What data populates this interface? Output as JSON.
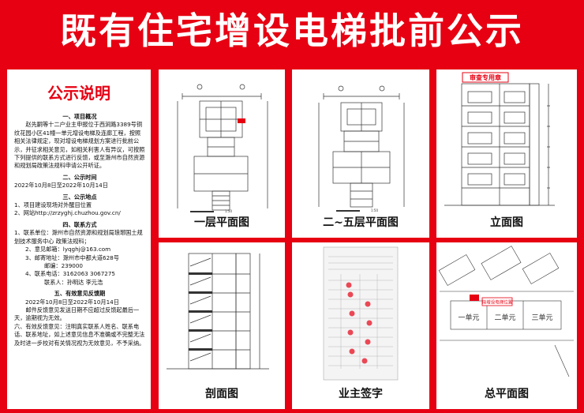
{
  "title": "既有住宅增设电梯批前公示",
  "notice": {
    "heading": "公示说明",
    "lines": [
      {
        "t": "一、项目概况",
        "k": "sec"
      },
      {
        "t": "赵先嗣等十二户业主申报位于西涧路3389号铜纹花园小区41幢一单元增设电梯及连廊工程，按照相关法律规定，现对增设电梯规划方案进行批前公示，并征求相关意见，如相关利害人有异议，可按照下列提供的联系方式进行反馈，或至滁州市自然资源和规划局政策法规科申请公开听证。",
        "k": "para"
      },
      {
        "t": "二、公示时间",
        "k": "sec"
      },
      {
        "t": "2022年10月8日至2022年10月14日",
        "k": "line"
      },
      {
        "t": "三、公示地点",
        "k": "sec"
      },
      {
        "t": "1、项目建设现场对外醒目位置",
        "k": "line"
      },
      {
        "t": "2、网站http://zrzyghj.chuzhou.gov.cn/",
        "k": "line"
      },
      {
        "t": "四、联系方式",
        "k": "sec"
      },
      {
        "t": "1、联系单位：滁州市自然资源和规划局琅琊国土规划技术服务中心  政策法规科；",
        "k": "wrap"
      },
      {
        "t": "2、意见邮箱：lyqghj@163.com",
        "k": "ind"
      },
      {
        "t": "3、邮寄地址：滁州市中都大道628号",
        "k": "ind"
      },
      {
        "t": "邮编：239000",
        "k": "ind2"
      },
      {
        "t": "4、联系电话：3162063  3067275",
        "k": "ind"
      },
      {
        "t": "联系人：孙明达  李元浩",
        "k": "ind2"
      },
      {
        "t": "五、有效意见反馈期",
        "k": "sec"
      },
      {
        "t": "2022年10月8日至2022年10月14日",
        "k": "ind"
      },
      {
        "t": "邮件反馈意见发送日期不应超过反馈起最后一天，逾期视为无效。",
        "k": "para"
      },
      {
        "t": "六、有效反馈意见：注明真实联系人姓名、联系电话、联系地址，如上述意见信息不准确或不完整无法及时进一步校对有关情况视为无效意见，不予采纳。",
        "k": "wrap"
      }
    ]
  },
  "panels": {
    "floor1": "一层平面图",
    "floor2to5": "二~五层平面图",
    "elevation": "立面图",
    "section": "剖面图",
    "signatures": "业主签字",
    "site": "总平面图"
  },
  "stamp_text": "审查专用章",
  "site_labels": {
    "unit1": "一单元",
    "unit2": "二单元",
    "unit3": "三单元",
    "tag": "拟增设电梯位置"
  },
  "colors": {
    "board": "#e60012",
    "stamp": "#e60012",
    "line": "#333333"
  }
}
